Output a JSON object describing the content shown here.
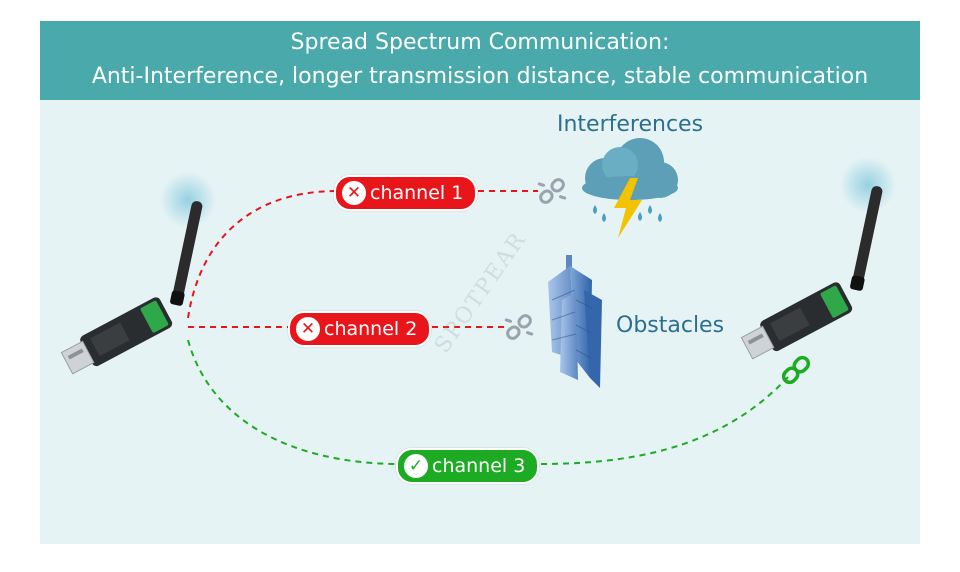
{
  "header": {
    "line1": "Spread Spectrum Communication:",
    "line2": "Anti-Interference, longer transmission distance, stable communication"
  },
  "channels": [
    {
      "label": "channel 1",
      "status": "blocked",
      "badge_symbol": "✕",
      "color": "#e8161b"
    },
    {
      "label": "channel 2",
      "status": "blocked",
      "badge_symbol": "✕",
      "color": "#e8161b"
    },
    {
      "label": "channel 3",
      "status": "ok",
      "badge_symbol": "✓",
      "color": "#1cab22"
    }
  ],
  "labels": {
    "interferences": "Interferences",
    "obstacles": "Obstacles"
  },
  "watermark": "SPOTPEAR",
  "colors": {
    "header_bg": "#4aa9ab",
    "panel_bg": "#e5f3f5",
    "label_text": "#2d6f8e",
    "blocked": "#e8161b",
    "ok": "#1cab22",
    "broken_link": "#9aa3ad"
  },
  "icons": [
    "usb-dongle-left",
    "usb-dongle-right",
    "storm-cloud-icon",
    "building-icon",
    "broken-link-icon",
    "link-icon",
    "cross-icon",
    "check-icon"
  ]
}
